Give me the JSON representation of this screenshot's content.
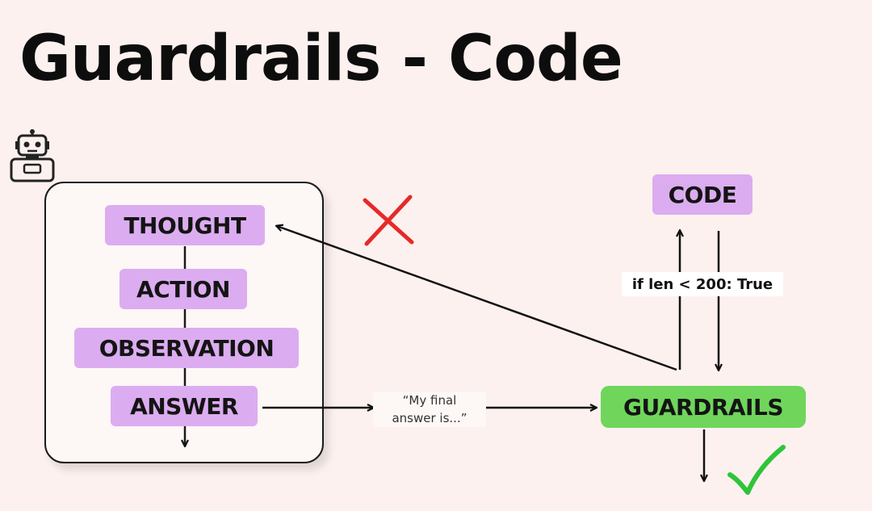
{
  "title": "Guardrails - Code",
  "nodes": {
    "thought": "THOUGHT",
    "action": "ACTION",
    "observation": "OBSERVATION",
    "answer": "ANSWER",
    "code": "CODE",
    "guardrails": "GUARDRAILS"
  },
  "edge_labels": {
    "quote_line1": "“My final",
    "quote_line2": "answer is...”",
    "code_condition": "if len < 200: True"
  },
  "icons": [
    "robot-icon",
    "x-mark-icon",
    "check-mark-icon"
  ],
  "colors": {
    "background": "#fcf1ef",
    "node_purple": "#dcacf0",
    "node_green": "#6fd65b",
    "reject_red": "#e52a2a",
    "accept_green": "#2fc43a"
  }
}
